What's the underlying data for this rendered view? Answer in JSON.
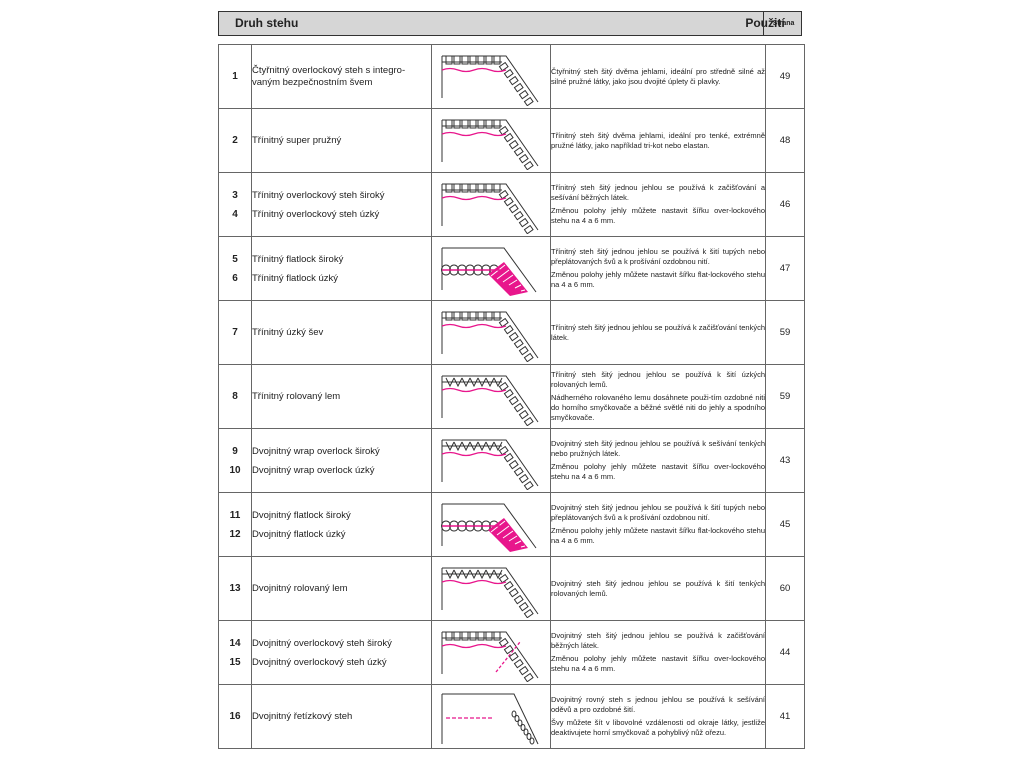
{
  "header": {
    "col_type": "Druh stehu",
    "col_use": "Použití",
    "col_page": "Strana"
  },
  "colors": {
    "accent": "#e8168c",
    "line": "#333333",
    "header_bg": "#d6d6d6"
  },
  "rows": [
    {
      "nums": [
        "1"
      ],
      "names": [
        "Čtyřnitný overlockový steh s integro-vaným bezpečnostním švem"
      ],
      "desc": [
        "Čtyřnitný steh šitý dvěma jehlami, ideální pro středně silné až silné pružné látky, jako jsou dvojité úplety či plavky."
      ],
      "page": "49",
      "icon": "overlock-stitch-icon"
    },
    {
      "nums": [
        "2"
      ],
      "names": [
        "Třínitný super pružný"
      ],
      "desc": [
        "Třínitný steh šitý dvěma jehlami, ideální pro tenké, extrémně pružné látky, jako například tri-kot nebo elastan."
      ],
      "page": "48",
      "icon": "overlock-stitch-icon"
    },
    {
      "nums": [
        "3",
        "4"
      ],
      "names": [
        "Třínitný overlockový steh široký",
        "Třínitný overlockový steh úzký"
      ],
      "desc": [
        "Třínitný steh šitý jednou jehlou se používá k začišťování a sešívání běžných látek.",
        "Změnou polohy jehly můžete nastavit šířku over-lockového stehu na 4 a 6 mm."
      ],
      "page": "46",
      "icon": "overlock-stitch-icon"
    },
    {
      "nums": [
        "5",
        "6"
      ],
      "names": [
        "Třínitný flatlock široký",
        "Třínitný flatlock úzký"
      ],
      "desc": [
        "Třínitný steh šitý jednou jehlou se používá k šití tupých nebo přeplátovaných švů a k prošívání ozdobnou nití.",
        "Změnou polohy jehly můžete nastavit šířku flat-lockového stehu na 4 a 6 mm."
      ],
      "page": "47",
      "icon": "flatlock-stitch-icon"
    },
    {
      "nums": [
        "7"
      ],
      "names": [
        "Třínitný úzký šev"
      ],
      "desc": [
        "Třínitný steh šitý jednou jehlou se používá k začišťování tenkých látek."
      ],
      "page": "59",
      "icon": "overlock-stitch-icon"
    },
    {
      "nums": [
        "8"
      ],
      "names": [
        "Třínitný rolovaný lem"
      ],
      "desc": [
        "Třínitný steh šitý jednou jehlou se používá k šití úzkých rolovaných lemů.",
        "Nádherného rolovaného lemu dosáhnete použi-tím ozdobné niti do horního smyčkovače a běžné světlé niti do jehly a spodního smyčkovače."
      ],
      "page": "59",
      "icon": "rolled-hem-icon"
    },
    {
      "nums": [
        "9",
        "10"
      ],
      "names": [
        "Dvojnitný wrap overlock široký",
        "Dvojnitný wrap overlock úzký"
      ],
      "desc": [
        "Dvojnitný steh šitý jednou jehlou se používá k sešívání tenkých nebo pružných látek.",
        "Změnou polohy jehly můžete nastavit šířku over-lockového stehu na 4 a 6 mm."
      ],
      "page": "43",
      "icon": "wrap-overlock-icon"
    },
    {
      "nums": [
        "11",
        "12"
      ],
      "names": [
        "Dvojnitný flatlock široký",
        "Dvojnitný flatlock úzký"
      ],
      "desc": [
        "Dvojnitný steh šitý jednou jehlou se používá k šití tupých nebo přeplátovaných švů a k prošívání ozdobnou nití.",
        "Změnou polohy jehly můžete nastavit šířku flat-lockového stehu na 4 a 6 mm."
      ],
      "page": "45",
      "icon": "flatlock-stitch-icon"
    },
    {
      "nums": [
        "13"
      ],
      "names": [
        "Dvojnitný rolovaný lem"
      ],
      "desc": [
        "Dvojnitný steh šitý jednou jehlou se používá k šití tenkých rolovaných lemů."
      ],
      "page": "60",
      "icon": "rolled-hem-icon"
    },
    {
      "nums": [
        "14",
        "15"
      ],
      "names": [
        "Dvojnitný overlockový steh široký",
        "Dvojnitný overlockový steh úzký"
      ],
      "desc": [
        "Dvojnitný steh šitý jednou jehlou se používá k začišťování běžných látek.",
        "Změnou polohy jehly můžete nastavit šířku over-lockového stehu na 4 a 6 mm."
      ],
      "page": "44",
      "icon": "two-thread-overlock-icon"
    },
    {
      "nums": [
        "16"
      ],
      "names": [
        "Dvojnitný řetízkový steh"
      ],
      "desc": [
        "Dvojnitný rovný steh s jednou jehlou se používá k sešívání oděvů a pro ozdobné šití.",
        "Švy můžete šít v libovolné vzdálenosti od okraje látky, jestliže deaktivujete horní smyčkovač a pohyblivý nůž ořezu."
      ],
      "page": "41",
      "icon": "chain-stitch-icon"
    }
  ]
}
